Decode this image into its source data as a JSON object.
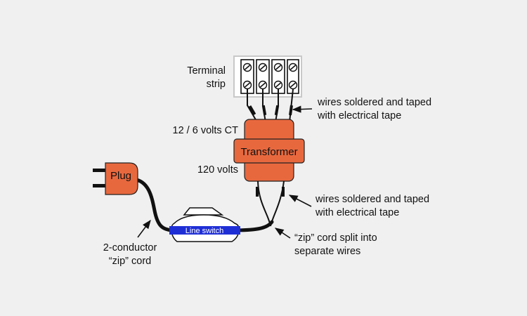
{
  "labels": {
    "terminal_strip": [
      "Terminal",
      "strip"
    ],
    "wires_top": [
      "wires soldered and taped",
      "with electrical tape"
    ],
    "voltage_secondary": "12 / 6 volts CT",
    "transformer": "Transformer",
    "voltage_primary": "120 volts",
    "plug": "Plug",
    "wires_bottom": [
      "wires soldered and taped",
      "with electrical tape"
    ],
    "line_switch": "Line switch",
    "zip_split": [
      "“zip” cord split into",
      "separate wires"
    ],
    "two_conductor": [
      "2-conductor",
      "“zip” cord"
    ]
  },
  "colors": {
    "background": "#f0f0f0",
    "component_fill": "#e8683e",
    "switch_band": "#1f2fd6",
    "switch_body": "#ffffff",
    "terminal_frame": "#cccccc",
    "wire": "#111111"
  },
  "icons": {
    "screw": "slotted-screw-icon",
    "arrow": "pointer-arrow-icon"
  }
}
